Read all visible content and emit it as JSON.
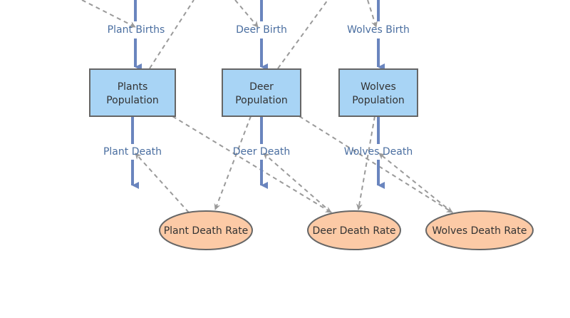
{
  "diagram": {
    "colors": {
      "flow": "#6a85be",
      "stock_fill": "#a8d4f5",
      "stock_stroke": "#666666",
      "rate_fill": "#fccaa6",
      "rate_stroke": "#666666",
      "link": "#9a9a9a",
      "flow_label": "#4a6ea0"
    },
    "flows": {
      "plant_births": "Plant Births",
      "deer_birth": "Deer Birth",
      "wolves_birth": "Wolves Birth",
      "plant_death": "Plant Death",
      "deer_death": "Deer Death",
      "wolves_death": "Wolves Death"
    },
    "stocks": {
      "plants": [
        "Plants",
        "Population"
      ],
      "deer": [
        "Deer",
        "Population"
      ],
      "wolves": [
        "Wolves",
        "Population"
      ]
    },
    "rates": {
      "plant": "Plant Death Rate",
      "deer": "Deer Death Rate",
      "wolves": "Wolves Death Rate"
    }
  }
}
